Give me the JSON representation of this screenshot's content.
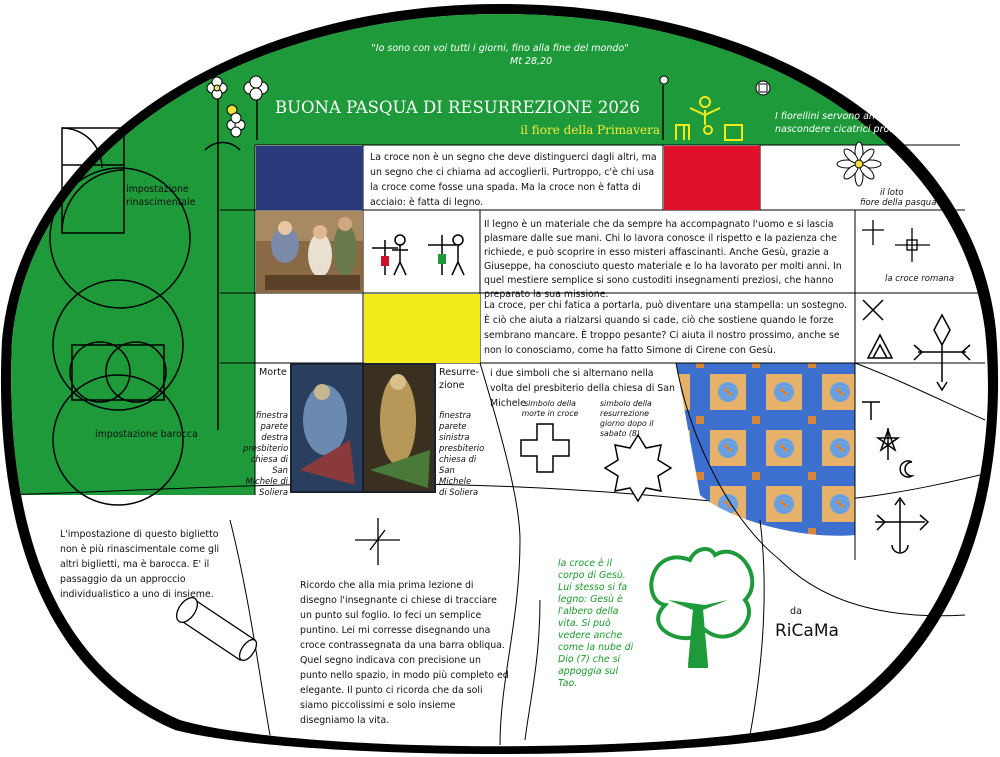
{
  "quote": {
    "text": "\"Io sono con voi tutti i giorni, fino alla fine del mondo\"",
    "ref": "Mt 28,20"
  },
  "header": {
    "title": "BUONA PASQUA DI RESURREZIONE 2026",
    "subtitle": "il fiore della Primavera",
    "note": "I fiorellini servono anche a nascondere cicatrici profonde."
  },
  "left": {
    "renaissance_label": "impostazione rinascimentale",
    "baroque_label": "impostazione barocca"
  },
  "rows": {
    "croce_segno": "La croce non è un segno che deve distinguerci dagli altri, ma un segno che ci chiama ad accoglierli. Purtroppo, c'è chi usa la croce come fosse una spada. Ma la croce non è fatta di acciaio: è fatta di legno.",
    "legno": "Il legno è un materiale che da sempre ha accompagnato l'uomo e si lascia plasmare dalle sue mani. Chi lo lavora conosce il rispetto e la pazienza che richiede, e può scoprire in esso misteri affascinanti. Anche Gesù, grazie a Giuseppe, ha conosciuto questo materiale e lo ha lavorato per molti anni. In quel mestiere semplice si sono custoditi insegnamenti preziosi, che hanno preparato la sua missione.",
    "stampella": "La croce, per chi fatica a portarla, può diventare una stampella: un sostegno. È ciò che aiuta a rialzarsi quando si cade, ciò che sostiene quando le forze sembrano mancare. È troppo pesante? Ci aiuta il nostro prossimo, anche se non lo conosciamo, come ha fatto Simone di Cirene con Gesù."
  },
  "right": {
    "loto_line1": "il loto",
    "loto_line2": "fiore della pasqua",
    "croce_romana": "la croce romana"
  },
  "windows": {
    "morte": "Morte",
    "resurrezione": "Resurre-zione",
    "left_caption": "finestra parete destra presbiterio chiesa di San Michele di Soliera",
    "right_caption": "finestra parete sinistra presbiterio chiesa di San Michele di Soliera"
  },
  "symbols": {
    "intro": "i due simboli che si alternano nella volta del presbiterio della chiesa di San Michele",
    "death": "simbolo della morte in croce",
    "resurrection": "simbolo della resurrezione giorno dopo il sabato (8)"
  },
  "bottom": {
    "impostazione": "L'impostazione di questo biglietto non è più rinascimentale come gli altri biglietti, ma è barocca. E' il passaggio da un approccio individualistico a uno di insieme.",
    "ricordo": "Ricordo che alla mia prima lezione di disegno l'insegnante ci chiese di tracciare un punto sul foglio. Io feci un semplice puntino. Lei mi corresse disegnando una croce contrassegnata da una barra obliqua. Quel segno indicava con precisione un punto nello spazio, in modo più completo ed elegante. Il punto ci ricorda che da soli siamo piccolissimi e solo insieme disegniamo la vita.",
    "albero": "la croce è il corpo di Gesù. Lui stesso si fa legno: Gesù è l'albero della vita. Si può vedere anche come la nube di Dio (7) che si appoggia sul Tao.",
    "da": "da",
    "author": "RiCaMa"
  },
  "colors": {
    "green": "#1e9a3a",
    "navy": "#2a3a7a",
    "red": "#e0102a",
    "yellow": "#f2ea1a",
    "tile_orange": "#e0a860",
    "tile_blue": "#3a6ac8"
  }
}
